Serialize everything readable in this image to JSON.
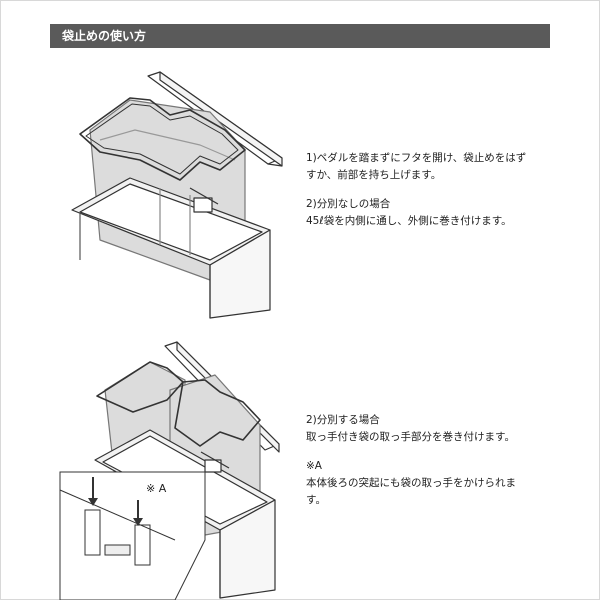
{
  "header": {
    "title": "袋止めの使い方"
  },
  "step1": {
    "line1": "1)ペダルを踏まずにフタを開け、袋止めをはず",
    "line2": "すか、前部を持ち上げます。"
  },
  "step2": {
    "line1": "2)分別なしの場合",
    "line2": "45ℓ袋を内側に通し、外側に巻き付けます。"
  },
  "step3": {
    "line1": "2)分別する場合",
    "line2": "取っ手付き袋の取っ手部分を巻き付けます。"
  },
  "note": {
    "line1": "※A",
    "line2": "本体後ろの突起にも袋の取っ手をかけられま",
    "line3": "す。"
  },
  "inset": {
    "label": "※ A"
  },
  "colors": {
    "header_bg": "#5a5a5a",
    "bag_fill": "#dcdcdc",
    "stroke": "#333333"
  }
}
